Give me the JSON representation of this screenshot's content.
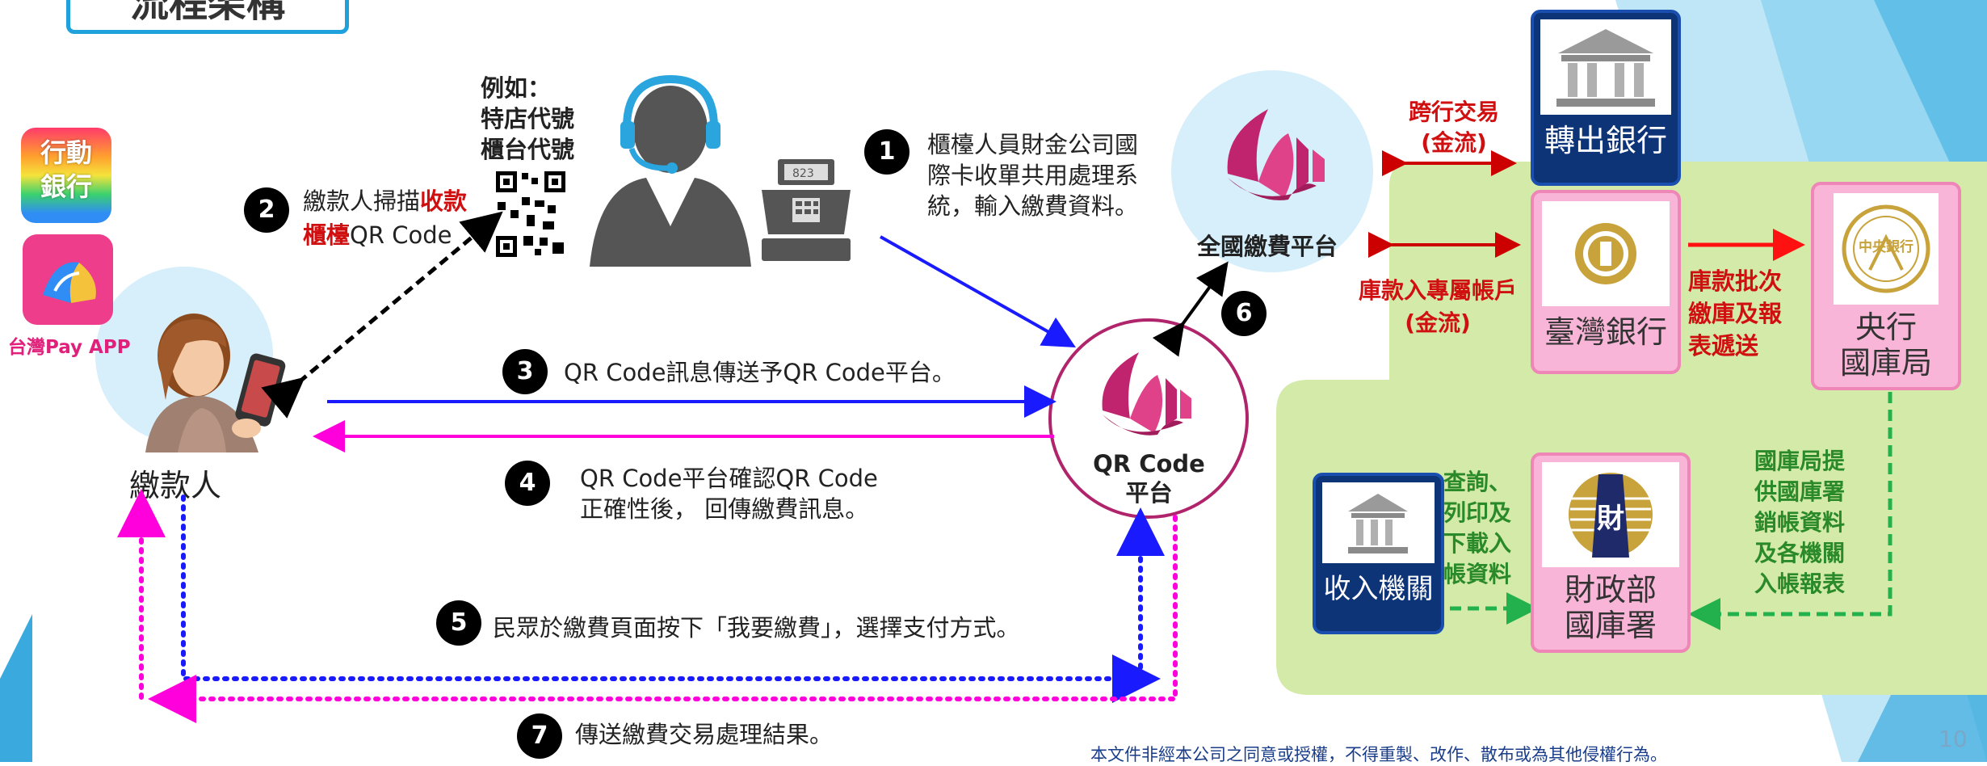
{
  "title": "流程架構",
  "app_icon_text": "行動\n銀行",
  "taiwan_pay_label": "台灣Pay APP",
  "payer_label": "繳款人",
  "example_text": "例如：\n特店代號\n櫃台代號",
  "steps": {
    "s1": {
      "num": "1",
      "text": "櫃檯人員財金公司國\n際卡收單共用處理系\n統，輸入繳費資料。"
    },
    "s2": {
      "num": "2",
      "text_pre": "繳款人掃描",
      "text_red1": "收款",
      "text_red2": "櫃檯",
      "text_post": "QR Code"
    },
    "s3": {
      "num": "3",
      "text": "QR Code訊息傳送予QR Code平台。"
    },
    "s4": {
      "num": "4",
      "text": "QR Code平台確認QR Code\n正確性後， 回傳繳費訊息。"
    },
    "s5": {
      "num": "5",
      "text": "民眾於繳費頁面按下「我要繳費」，選擇支付方式。"
    },
    "s6": {
      "num": "6"
    },
    "s7": {
      "num": "7",
      "text": "傳送繳費交易處理結果。"
    }
  },
  "national_platform_label": "全國繳費平台",
  "qr_platform_label": "QR Code\n平台",
  "interbank_label": "跨行交易\n(金流)",
  "treasury_account_label": "庫款入專屬帳戶\n(金流)",
  "batch_label": "庫款批次\n繳庫及報\n表遞送",
  "query_label": "查詢、\n列印及\n下載入\n帳資料",
  "treasury_provide_label": "國庫局提\n供國庫署\n銷帳資料\n及各機關\n入帳報表",
  "banks": {
    "transfer_bank": "轉出銀行",
    "bank_of_taiwan": "臺灣銀行",
    "central_bank": "央行\n國庫局",
    "revenue_agency": "收入機關",
    "ministry_finance": "財政部\n國庫署"
  },
  "central_bank_seal": "中央銀行",
  "finance_seal": "財",
  "footer": "本文件非經本公司之同意或授權，不得重製、改作、散布或為其他侵權行為。",
  "page_number": "10",
  "colors": {
    "accent_blue": "#1fa2dc",
    "arrow_blue": "#1a1aff",
    "arrow_magenta": "#ff00dd",
    "arrow_red": "#cc0000",
    "arrow_green": "#22b14c",
    "green_panel": "#d4eaa8",
    "pink_box": "#f9b5d7",
    "navy_box": "#0e3478"
  }
}
